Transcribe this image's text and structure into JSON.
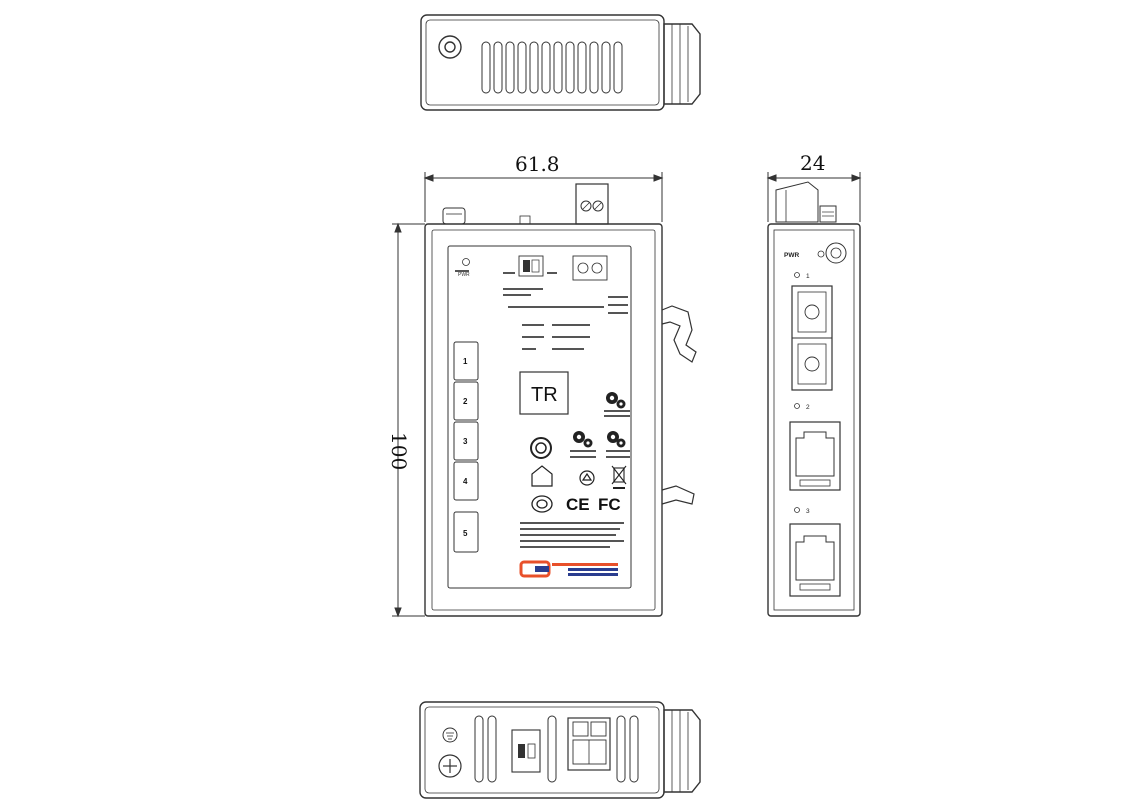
{
  "dimensions": {
    "width": "61.8",
    "depth": "24",
    "height": "100"
  },
  "front_panel": {
    "pwr_label": "PWR",
    "port_labels": [
      "1",
      "2",
      "3",
      "4",
      "5"
    ],
    "logo_text": "TR",
    "certifications": {
      "ce": "CE",
      "fc": "FC"
    }
  },
  "side_panel": {
    "pwr_label": "PWR",
    "port_labels": [
      "1",
      "2",
      "3"
    ]
  },
  "colors": {
    "brand": "#e8502a",
    "brand_dark": "#2a3d8f",
    "line": "#333333"
  }
}
